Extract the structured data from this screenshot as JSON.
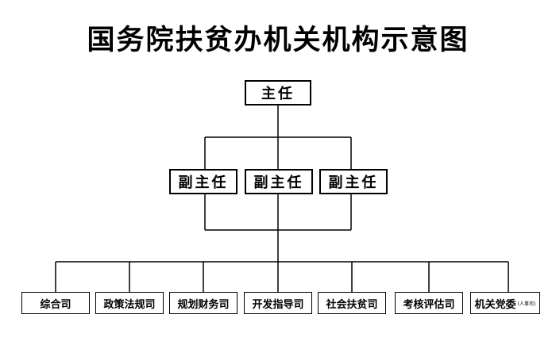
{
  "title": "国务院扶贫办机关机构示意图",
  "director": "主任",
  "deputies": [
    "副主任",
    "副主任",
    "副主任"
  ],
  "departments": [
    {
      "label": "综合司",
      "note": ""
    },
    {
      "label": "政策法规司",
      "note": ""
    },
    {
      "label": "规划财务司",
      "note": ""
    },
    {
      "label": "开发指导司",
      "note": ""
    },
    {
      "label": "社会扶贫司",
      "note": ""
    },
    {
      "label": "考核评估司",
      "note": ""
    },
    {
      "label": "机关党委",
      "note": "(人事司)"
    }
  ]
}
